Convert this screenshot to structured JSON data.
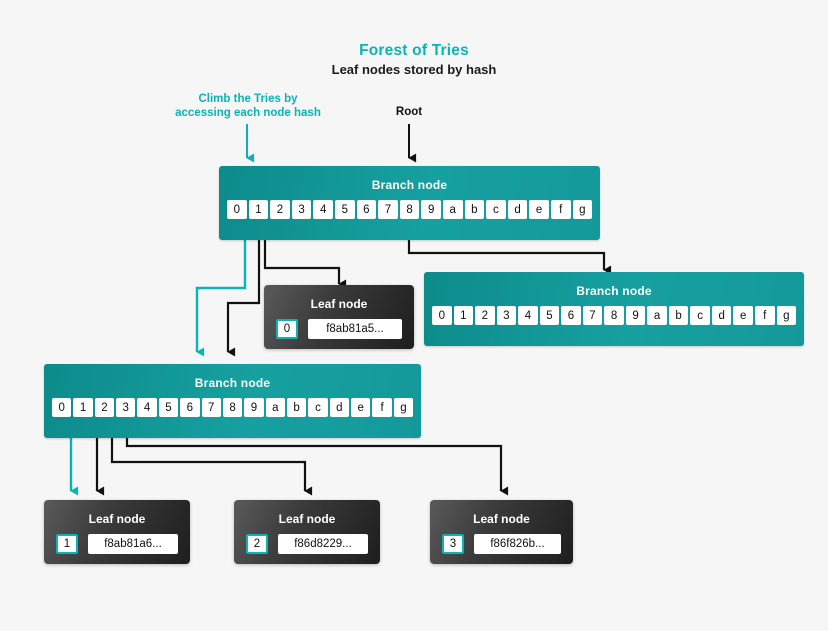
{
  "header": {
    "title": "Forest of Tries",
    "subtitle": "Leaf nodes stored by hash",
    "title_color": "#0bb4b4"
  },
  "annotations": [
    {
      "id": "climb",
      "text": "Climb the Tries by accessing each node hash",
      "line1": "Climb the Tries by",
      "line2": "accessing each node hash",
      "color": "#0bb4b4"
    },
    {
      "id": "root",
      "text": "Root",
      "color": "#111111"
    }
  ],
  "nodes": {
    "branch_root": {
      "label": "Branch node",
      "cells": [
        "0",
        "1",
        "2",
        "3",
        "4",
        "5",
        "6",
        "7",
        "8",
        "9",
        "a",
        "b",
        "c",
        "d",
        "e",
        "f",
        "g"
      ]
    },
    "branch_right": {
      "label": "Branch node",
      "cells": [
        "0",
        "1",
        "2",
        "3",
        "4",
        "5",
        "6",
        "7",
        "8",
        "9",
        "a",
        "b",
        "c",
        "d",
        "e",
        "f",
        "g"
      ]
    },
    "branch_left": {
      "label": "Branch node",
      "cells": [
        "0",
        "1",
        "2",
        "3",
        "4",
        "5",
        "6",
        "7",
        "8",
        "9",
        "a",
        "b",
        "c",
        "d",
        "e",
        "f",
        "g"
      ]
    },
    "leaf_mid": {
      "label": "Leaf node",
      "index": "0",
      "hash": "f8ab81a5..."
    },
    "leaf_b1": {
      "label": "Leaf node",
      "index": "1",
      "hash": "f8ab81a6..."
    },
    "leaf_b2": {
      "label": "Leaf node",
      "index": "2",
      "hash": "f86d8229..."
    },
    "leaf_b3": {
      "label": "Leaf node",
      "index": "3",
      "hash": "f86f826b..."
    }
  },
  "colors": {
    "background": "#f6f6f7",
    "teal": "#0bb4b4",
    "teal_dark": "#0d8b8b",
    "wire_dark": "#111111",
    "leaf_dark": "#2a2a2a"
  }
}
